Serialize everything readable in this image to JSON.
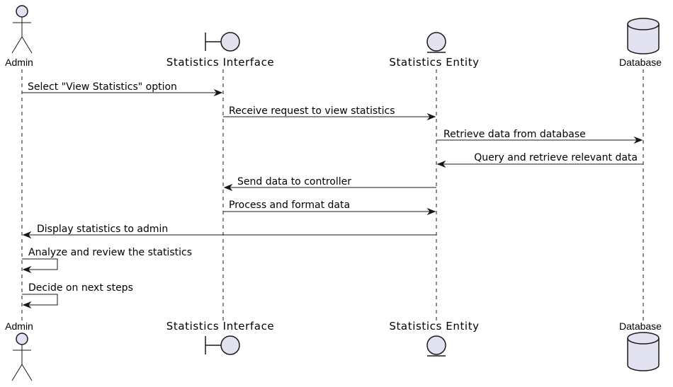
{
  "participants": {
    "admin": {
      "label": "Admin",
      "kind": "actor"
    },
    "ui": {
      "label": "Statistics Interface",
      "kind": "boundary"
    },
    "entity": {
      "label": "Statistics Entity",
      "kind": "entity"
    },
    "db": {
      "label": "Database",
      "kind": "database"
    }
  },
  "messages": [
    {
      "from": "admin",
      "to": "ui",
      "label": "Select \"View Statistics\" option"
    },
    {
      "from": "ui",
      "to": "entity",
      "label": "Receive request to view statistics"
    },
    {
      "from": "entity",
      "to": "db",
      "label": "Retrieve data from database"
    },
    {
      "from": "db",
      "to": "entity",
      "label": "Query and retrieve relevant data"
    },
    {
      "from": "entity",
      "to": "ui",
      "label": "Send data to controller"
    },
    {
      "from": "ui",
      "to": "entity",
      "label": "Process and format data"
    },
    {
      "from": "entity",
      "to": "admin",
      "label": "Display statistics to admin"
    },
    {
      "from": "admin",
      "to": "admin",
      "label": "Analyze and review the statistics"
    },
    {
      "from": "admin",
      "to": "admin",
      "label": "Decide on next steps"
    }
  ],
  "colors": {
    "shape_fill": "#e2e2f0",
    "stroke": "#181818",
    "background": "#ffffff"
  }
}
